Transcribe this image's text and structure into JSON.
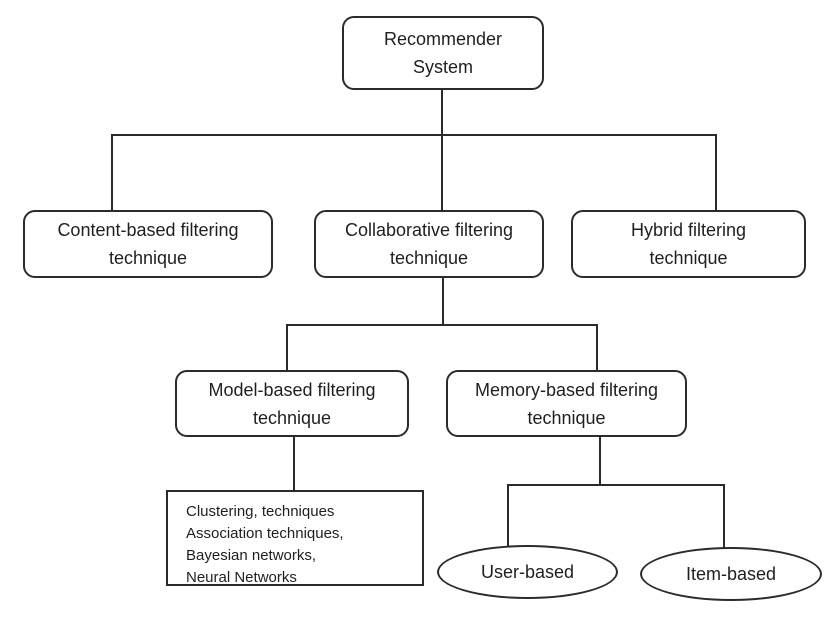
{
  "colors": {
    "line": "#2b2b2b",
    "text": "#1f1f1f",
    "background": "#ffffff"
  },
  "diagram": {
    "type": "tree-flowchart",
    "root": {
      "id": "recommender-system",
      "shape": "rounded-rectangle",
      "label": [
        "Recommender",
        "System"
      ]
    },
    "level1": [
      {
        "id": "content-based",
        "shape": "rounded-rectangle",
        "label": [
          "Content-based filtering",
          "technique"
        ]
      },
      {
        "id": "collaborative",
        "shape": "rounded-rectangle",
        "label": [
          "Collaborative filtering",
          "technique"
        ]
      },
      {
        "id": "hybrid",
        "shape": "rounded-rectangle",
        "label": [
          "Hybrid filtering",
          "technique"
        ]
      }
    ],
    "level2": [
      {
        "id": "model-based",
        "shape": "rounded-rectangle",
        "label": [
          "Model-based filtering",
          "technique"
        ]
      },
      {
        "id": "memory-based",
        "shape": "rounded-rectangle",
        "label": [
          "Memory-based filtering",
          "technique"
        ]
      }
    ],
    "model_methods": {
      "id": "model-based-methods",
      "shape": "rectangle",
      "lines": [
        "Clustering, techniques",
        "Association techniques,",
        "Bayesian networks,",
        "Neural Networks"
      ]
    },
    "memory_types": [
      {
        "id": "user-based",
        "shape": "ellipse",
        "label": "User-based"
      },
      {
        "id": "item-based",
        "shape": "ellipse",
        "label": "Item-based"
      }
    ],
    "edges": [
      [
        "Recommender System",
        "Content-based filtering technique"
      ],
      [
        "Recommender System",
        "Collaborative filtering technique"
      ],
      [
        "Recommender System",
        "Hybrid filtering technique"
      ],
      [
        "Collaborative filtering technique",
        "Model-based filtering technique"
      ],
      [
        "Collaborative filtering technique",
        "Memory-based filtering technique"
      ],
      [
        "Model-based filtering technique",
        "Clustering/Association/Bayesian/Neural methods"
      ],
      [
        "Memory-based filtering technique",
        "User-based"
      ],
      [
        "Memory-based filtering technique",
        "Item-based"
      ]
    ]
  }
}
